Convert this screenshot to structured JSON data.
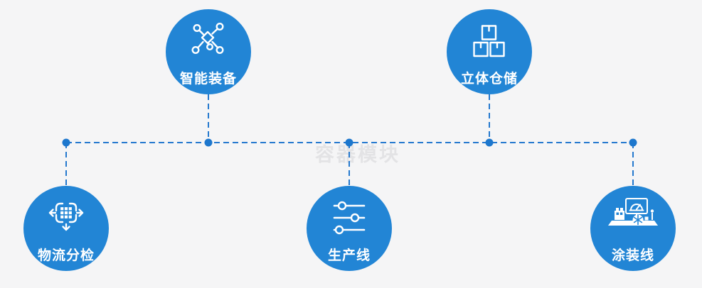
{
  "watermark": {
    "text": "容器模块"
  },
  "nodes": [
    {
      "id": "smart-equipment",
      "label": "智能装备",
      "icon": "network-nodes-icon",
      "position": "top-left"
    },
    {
      "id": "stereo-warehouse",
      "label": "立体仓储",
      "icon": "stacked-boxes-icon",
      "position": "top-right"
    },
    {
      "id": "logistics-sorting",
      "label": "物流分检",
      "icon": "sorting-grid-arrows-icon",
      "position": "bottom-left"
    },
    {
      "id": "production-line",
      "label": "生产线",
      "icon": "sliders-icon",
      "position": "bottom-center"
    },
    {
      "id": "painting-line",
      "label": "涂装线",
      "icon": "machine-monitor-icon",
      "position": "bottom-right"
    }
  ],
  "colors": {
    "node_fill": "#2285d5",
    "connector_line": "#2478ce",
    "junction_dot": "#1d77cd",
    "background": "#f5f5f6",
    "icon_stroke": "#ffffff",
    "label_text": "#ffffff",
    "watermark_text": "#e3e3e5"
  },
  "connector_style": {
    "dash": "8 5",
    "thickness": 2
  }
}
